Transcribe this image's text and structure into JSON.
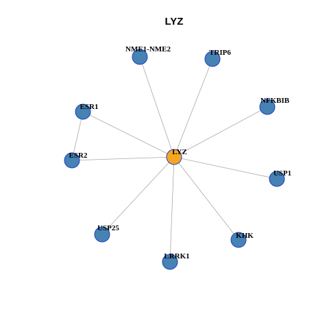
{
  "title": "LYZ",
  "colors": {
    "hub": "#f5a623",
    "node": "#4682b4",
    "node_border": "#1f3fbf",
    "edge": "#a8a8a8"
  },
  "nodes": [
    {
      "id": "LYZ",
      "label": "LYZ",
      "role": "hub"
    },
    {
      "id": "NME1-NME2",
      "label": "NME1-NME2",
      "role": "neighbor"
    },
    {
      "id": "TRIP6",
      "label": "TRIP6",
      "role": "neighbor"
    },
    {
      "id": "NFKBIB",
      "label": "NFKBIB",
      "role": "neighbor"
    },
    {
      "id": "ESR1",
      "label": "ESR1",
      "role": "neighbor"
    },
    {
      "id": "ESR2",
      "label": "ESR2",
      "role": "neighbor"
    },
    {
      "id": "USP1",
      "label": "USP1",
      "role": "neighbor"
    },
    {
      "id": "USP25",
      "label": "USP25",
      "role": "neighbor"
    },
    {
      "id": "KHK",
      "label": "KHK",
      "role": "neighbor"
    },
    {
      "id": "LRRK1",
      "label": "LRRK1",
      "role": "neighbor"
    }
  ],
  "edges": [
    {
      "source": "LYZ",
      "target": "NME1-NME2"
    },
    {
      "source": "LYZ",
      "target": "TRIP6"
    },
    {
      "source": "LYZ",
      "target": "NFKBIB"
    },
    {
      "source": "LYZ",
      "target": "ESR1"
    },
    {
      "source": "LYZ",
      "target": "ESR2"
    },
    {
      "source": "LYZ",
      "target": "USP1"
    },
    {
      "source": "LYZ",
      "target": "USP25"
    },
    {
      "source": "LYZ",
      "target": "KHK"
    },
    {
      "source": "LYZ",
      "target": "LRRK1"
    },
    {
      "source": "ESR1",
      "target": "ESR2"
    }
  ]
}
